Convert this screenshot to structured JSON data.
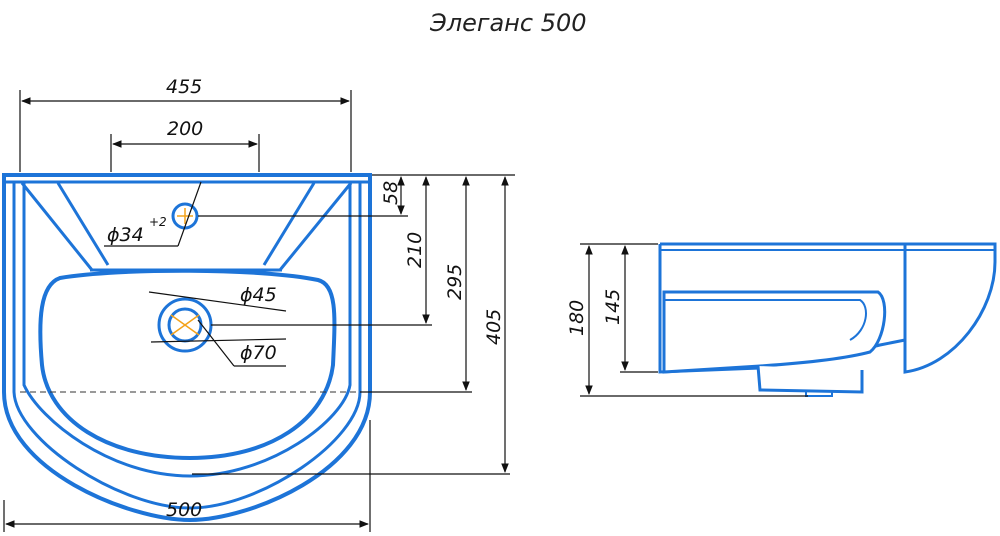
{
  "title": "Элеганс 500",
  "colors": {
    "outline": "#1d74d8",
    "fill": "#ffffff",
    "center": "#f3a21a"
  },
  "top_view": {
    "dimensions": {
      "width_inner": "455",
      "holes_spacing": "200",
      "width_overall": "500",
      "depth_front": "58",
      "depth_to_drain": "210",
      "depth_bowl": "295",
      "depth_overall": "405"
    },
    "holes": {
      "faucet_diameter": "ϕ34",
      "faucet_tolerance": "+2",
      "drain_inner_diameter": "ϕ45",
      "drain_outer_diameter": "ϕ70"
    }
  },
  "side_view": {
    "dimensions": {
      "height_overall": "180",
      "height_bowl": "145"
    }
  }
}
